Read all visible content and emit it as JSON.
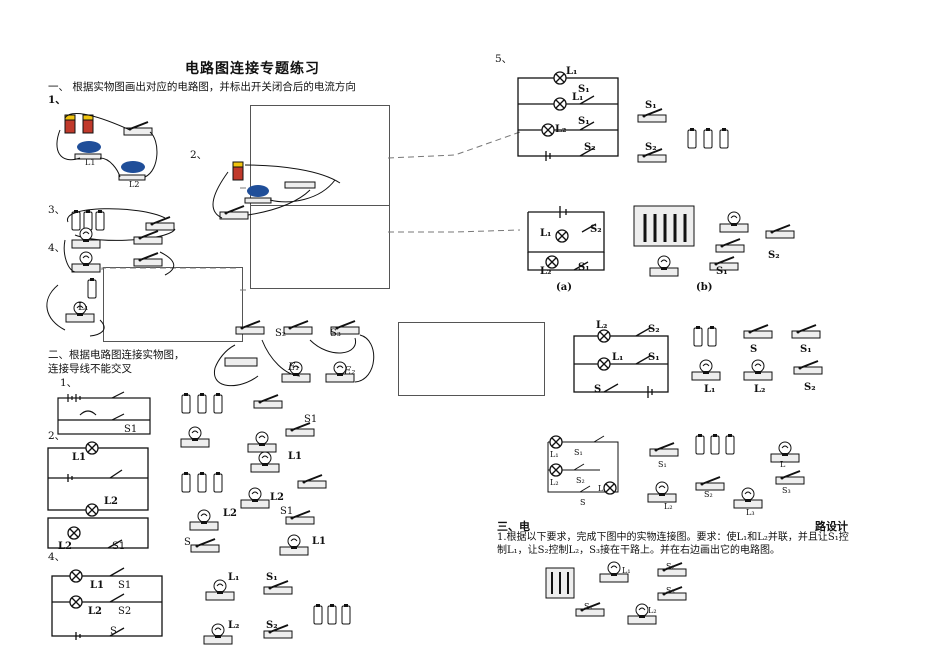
{
  "doc": {
    "title": "电路图连接专题练习",
    "sec1_heading": "一、  根据实物图画出对应的电路图，并标出开关闭合后的电流方向",
    "sec1_items": [
      "1、",
      "2、",
      "3、",
      "4、"
    ],
    "sec1_item5": "5、",
    "sec2_heading_line1": "二、根据电路图连接实物图，",
    "sec2_heading_line2": "连接导线不能交叉",
    "sec2_items": [
      "1、",
      "2、",
      "4、"
    ],
    "sec3_heading_left": "三、电",
    "sec3_heading_right": "路设计",
    "sec3_text_line1": "1.根据以下要求，完成下图中的实物连接图。要求：使L₁和L₂并联，并且让S₁控",
    "sec3_text_line2": "制L₁，让S₂控制L₂，S₃接在干路上。并在右边画出它的电路图。"
  },
  "labels": {
    "L1": "L₁",
    "L2": "L₂",
    "L": "L",
    "L3": "L₃",
    "S": "S",
    "S1": "S₁",
    "S2": "S₂",
    "S3": "S₃",
    "S1_plain": "S1",
    "S2_plain": "S2",
    "L1_plain": "L1",
    "L2_plain": "L2",
    "a": "(a)",
    "b": "(b)",
    "E1": "E₁",
    "E2": "E₂"
  }
}
